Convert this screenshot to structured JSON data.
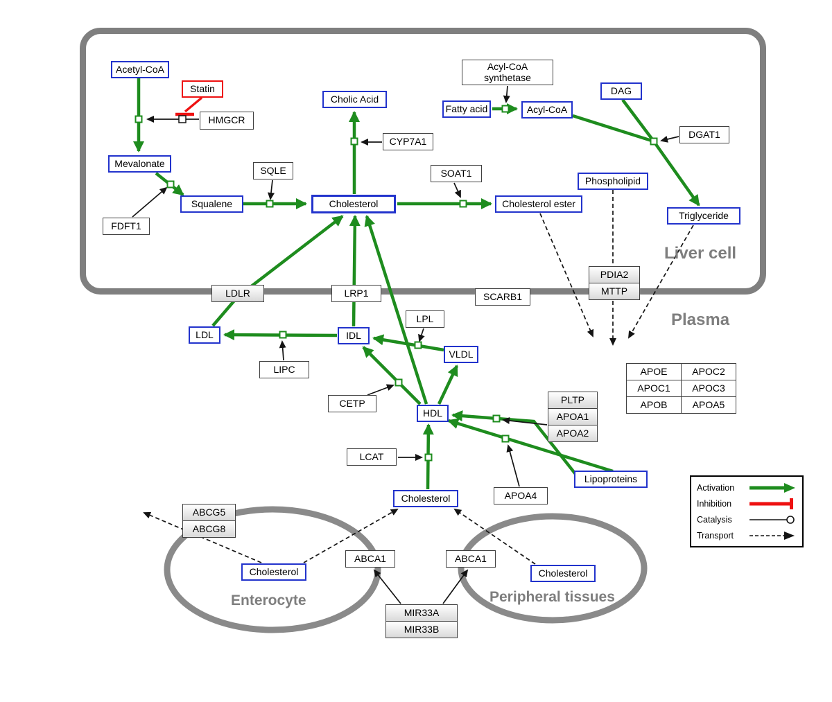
{
  "compartments": {
    "liver": "Liver cell",
    "plasma": "Plasma",
    "enterocyte": "Enterocyte",
    "peripheral": "Peripheral tissues"
  },
  "nodes": {
    "acetyl_coa": "Acetyl-CoA",
    "statin": "Statin",
    "hmgcr": "HMGCR",
    "mevalonate": "Mevalonate",
    "fdft1": "FDFT1",
    "squalene": "Squalene",
    "sqle": "SQLE",
    "cholesterol_liver": "Cholesterol",
    "cholic_acid": "Cholic Acid",
    "cyp7a1": "CYP7A1",
    "soat1": "SOAT1",
    "cholesterol_ester": "Cholesterol ester",
    "fatty_acid": "Fatty acid",
    "acyl_coa_synthetase": "Acyl-CoA synthetase",
    "acyl_coa": "Acyl-CoA",
    "dag": "DAG",
    "dgat1": "DGAT1",
    "phospholipid": "Phospholipid",
    "triglyceride": "Triglyceride",
    "ldlr": "LDLR",
    "lrp1": "LRP1",
    "scarb1": "SCARB1",
    "pdia2": "PDIA2",
    "mttp": "MTTP",
    "ldl": "LDL",
    "idl": "IDL",
    "lipc": "LIPC",
    "lpl": "LPL",
    "vldl": "VLDL",
    "cetp": "CETP",
    "hdl": "HDL",
    "lcat": "LCAT",
    "pltp": "PLTP",
    "apoa1": "APOA1",
    "apoa2": "APOA2",
    "apoa4": "APOA4",
    "lipoproteins": "Lipoproteins",
    "apoe": "APOE",
    "apoc2": "APOC2",
    "apoc1": "APOC1",
    "apoc3": "APOC3",
    "apob": "APOB",
    "apoa5": "APOA5",
    "abcg5": "ABCG5",
    "abcg8": "ABCG8",
    "cholesterol_enterocyte": "Cholesterol",
    "cholesterol_plasma": "Cholesterol",
    "abca1_left": "ABCA1",
    "abca1_right": "ABCA1",
    "cholesterol_peripheral": "Cholesterol",
    "mir33a": "MIR33A",
    "mir33b": "MIR33B"
  },
  "legend": {
    "activation": "Activation",
    "inhibition": "Inhibition",
    "catalysis": "Catalysis",
    "transport": "Transport"
  },
  "colors": {
    "activation_green": "#1e8c1e",
    "inhibition_red": "#ee1111",
    "metabolite_border_blue": "#2233cc",
    "gene_border": "#404040",
    "compartment_gray": "#7f7f7f"
  }
}
